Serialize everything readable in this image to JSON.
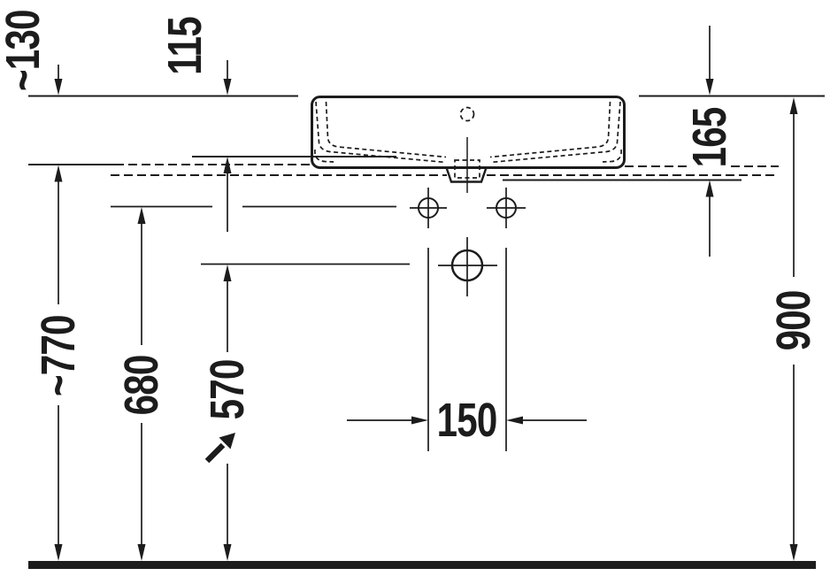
{
  "drawing": {
    "subject": "washbasin side elevation installation dimension drawing",
    "background": "#ffffff",
    "line_color": "#1c1c1c"
  },
  "labels": {
    "d130": "~130",
    "d115": "115",
    "d165": "165",
    "d900": "900",
    "d770": "~770",
    "d680": "680",
    "d570": "570",
    "d150": "150"
  }
}
